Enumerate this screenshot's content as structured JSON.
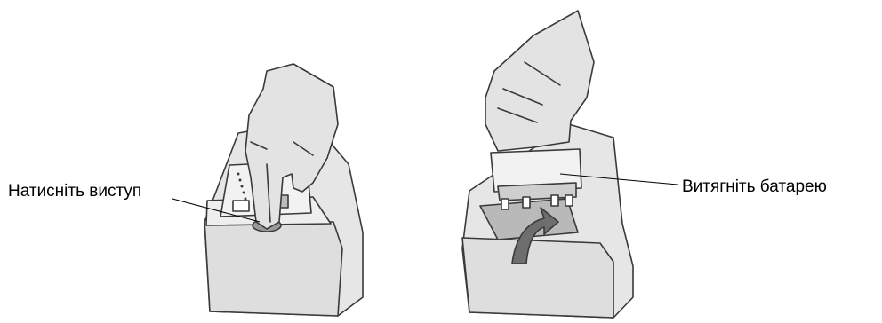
{
  "steps": {
    "left": {
      "label": "Натисніть виступ",
      "icon": "press-tab-illustration"
    },
    "right": {
      "label": "Витягніть батарею",
      "icon": "remove-battery-illustration"
    }
  },
  "colors": {
    "outline": "#3a3a3a",
    "body": "#e6e6e6",
    "shadow": "#cfcfcf",
    "cavity": "#b9b9b9",
    "arrow": "#6e6e6e",
    "hand": "#e3e3e3"
  }
}
